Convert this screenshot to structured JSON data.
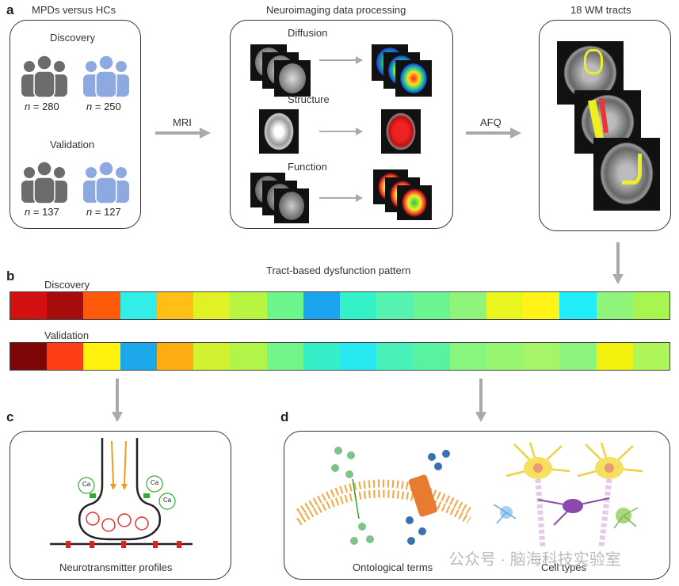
{
  "panel_a": {
    "letter": "a",
    "box1_title": "MPDs versus HCs",
    "discovery": "Discovery",
    "validation": "Validation",
    "n_label": "n",
    "counts": {
      "disc_mpd": "= 280",
      "disc_hc": "= 250",
      "val_mpd": "= 137",
      "val_hc": "= 127"
    },
    "box2_title": "Neuroimaging data processing",
    "diffusion": "Diffusion",
    "structure": "Structure",
    "function": "Function",
    "box3_title": "18 WM tracts",
    "arrow1": "MRI",
    "arrow2": "AFQ"
  },
  "panel_b": {
    "letter": "b",
    "title": "Tract-based dysfunction pattern",
    "discovery": "Discovery",
    "validation": "Validation",
    "discovery_colors": [
      "#d40f0f",
      "#a50d0d",
      "#ff5a0a",
      "#33eee8",
      "#ffbf14",
      "#e0f226",
      "#b8f541",
      "#6bf58b",
      "#1aa5ee",
      "#34f2c8",
      "#55f2b0",
      "#6af590",
      "#8ef57a",
      "#e8f51e",
      "#fff317",
      "#22eefa",
      "#8ef57a",
      "#a8f552"
    ],
    "validation_colors": [
      "#7d0707",
      "#ff3d12",
      "#fff20d",
      "#1ea8ec",
      "#ffac10",
      "#d2f22f",
      "#b1f548",
      "#72f589",
      "#34eec8",
      "#28e8f0",
      "#49f0b9",
      "#58f2a2",
      "#88f57d",
      "#98f571",
      "#a6f566",
      "#8cf57c",
      "#f2f20e",
      "#aef55a"
    ]
  },
  "panel_c": {
    "letter": "c",
    "caption": "Neurotransmitter profiles",
    "ion": "Ca"
  },
  "panel_d": {
    "letter": "d",
    "caption_left": "Ontological terms",
    "caption_right": "Cell types"
  },
  "watermark": "公众号 · 脑海科技实验室",
  "colors": {
    "person_mpd": "#6c6c6c",
    "person_hc": "#8ea8e0",
    "arrow": "#aaaaaa"
  }
}
